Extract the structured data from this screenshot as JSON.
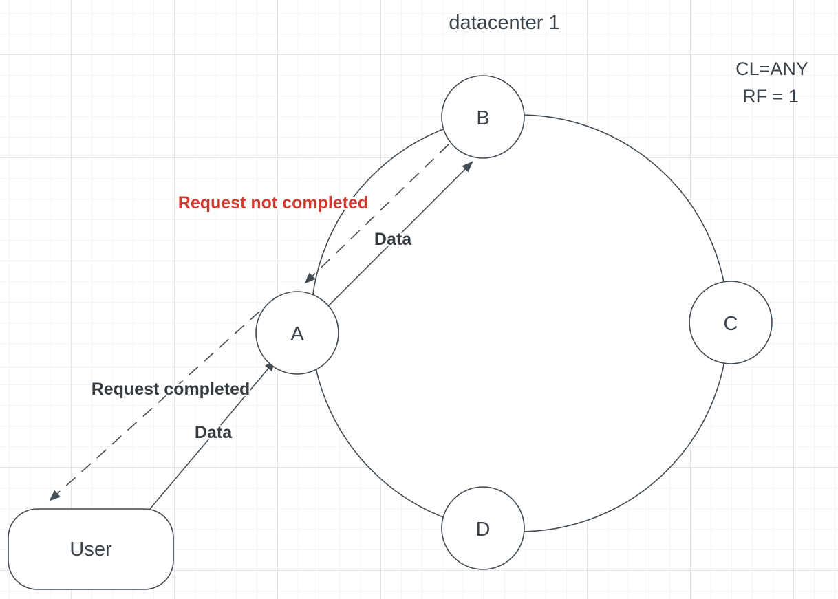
{
  "canvas": {
    "background": "#ffffff",
    "grid_minor": "#f4f4f4",
    "grid_major": "#e4e4e4"
  },
  "diagram": {
    "title": "datacenter 1",
    "consistency_note": {
      "line1": "CL=ANY",
      "line2": "RF = 1"
    },
    "nodes": [
      {
        "id": "A",
        "label": "A"
      },
      {
        "id": "B",
        "label": "B"
      },
      {
        "id": "C",
        "label": "C"
      },
      {
        "id": "D",
        "label": "D"
      }
    ],
    "user": {
      "label": "User"
    },
    "edges": [
      {
        "from": "User",
        "to": "A",
        "label": "Data",
        "style": "solid-arrow"
      },
      {
        "from": "A",
        "to": "User",
        "label": "Request completed",
        "style": "dashed-arrow"
      },
      {
        "from": "A",
        "to": "B",
        "label": "Data",
        "style": "solid-arrow"
      },
      {
        "from": "B",
        "to": "A",
        "label": "Request not completed",
        "style": "dashed-arrow",
        "label_color": "#d2392e"
      }
    ],
    "colors": {
      "stroke": "#404a53",
      "text": "#3a434c",
      "label": "#343b41",
      "alert": "#d2392e"
    }
  }
}
